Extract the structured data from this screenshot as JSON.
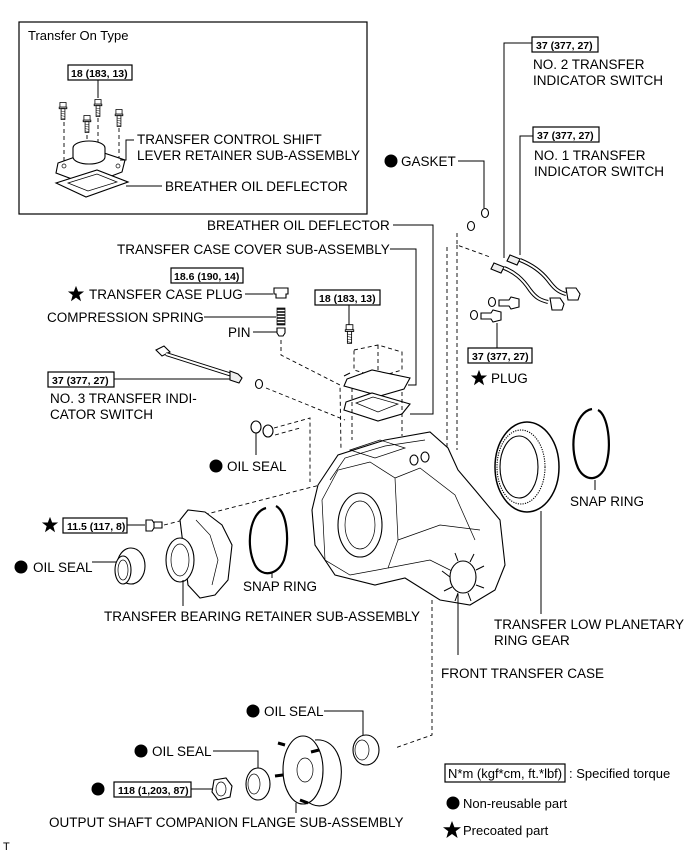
{
  "inset": {
    "title": "Transfer On Type",
    "torque": "18 (183, 13)",
    "labels": {
      "shift_lever_retainer_1": "TRANSFER CONTROL SHIFT",
      "shift_lever_retainer_2": "LEVER RETAINER SUB-ASSEMBLY",
      "breather_oil_deflector": "BREATHER OIL DEFLECTOR"
    }
  },
  "parts": {
    "no2_switch": {
      "torque": "37 (377, 27)",
      "line1": "NO. 2 TRANSFER",
      "line2": "INDICATOR SWITCH"
    },
    "no1_switch": {
      "torque": "37 (377, 27)",
      "line1": "NO. 1 TRANSFER",
      "line2": "INDICATOR SWITCH"
    },
    "gasket": {
      "label": "GASKET",
      "mark": "non-reusable"
    },
    "breather_oil_deflector": {
      "label": "BREATHER OIL DEFLECTOR"
    },
    "case_cover": {
      "label": "TRANSFER CASE COVER SUB-ASSEMBLY"
    },
    "case_plug": {
      "torque": "18.6 (190, 14)",
      "label": "TRANSFER CASE PLUG",
      "mark": "precoated"
    },
    "compression_spring": {
      "label": "COMPRESSION SPRING"
    },
    "pin": {
      "label": "PIN"
    },
    "cover_bolt": {
      "torque": "18 (183, 13)"
    },
    "no3_switch": {
      "torque": "37 (377, 27)",
      "line1": "NO. 3 TRANSFER INDI-",
      "line2": "CATOR SWITCH"
    },
    "plug": {
      "torque": "37 (377, 27)",
      "label": "PLUG",
      "mark": "precoated"
    },
    "oil_seal_upper": {
      "label": "OIL SEAL",
      "mark": "non-reusable"
    },
    "retainer_bolt": {
      "torque": "11.5 (117, 8)",
      "mark": "precoated"
    },
    "oil_seal_left": {
      "label": "OIL SEAL",
      "mark": "non-reusable"
    },
    "snap_ring_left": {
      "label": "SNAP RING"
    },
    "bearing_retainer": {
      "label": "TRANSFER BEARING RETAINER SUB-ASSEMBLY"
    },
    "snap_ring_right": {
      "label": "SNAP RING"
    },
    "ring_gear": {
      "line1": "TRANSFER LOW PLANETARY",
      "line2": "RING GEAR"
    },
    "front_case": {
      "label": "FRONT TRANSFER CASE"
    },
    "oil_seal_rear": {
      "label": "OIL SEAL",
      "mark": "non-reusable"
    },
    "oil_seal_flange": {
      "label": "OIL SEAL",
      "mark": "non-reusable"
    },
    "flange_nut": {
      "torque": "118 (1,203, 87)",
      "mark": "non-reusable"
    },
    "companion_flange": {
      "label": "OUTPUT SHAFT COMPANION FLANGE SUB-ASSEMBLY"
    }
  },
  "legend": {
    "torque_box": "N*m (kgf*cm, ft.*lbf)",
    "torque_desc": ": Specified torque",
    "non_reusable": "Non-reusable part",
    "precoated": "Precoated part"
  },
  "footer_code": "T"
}
